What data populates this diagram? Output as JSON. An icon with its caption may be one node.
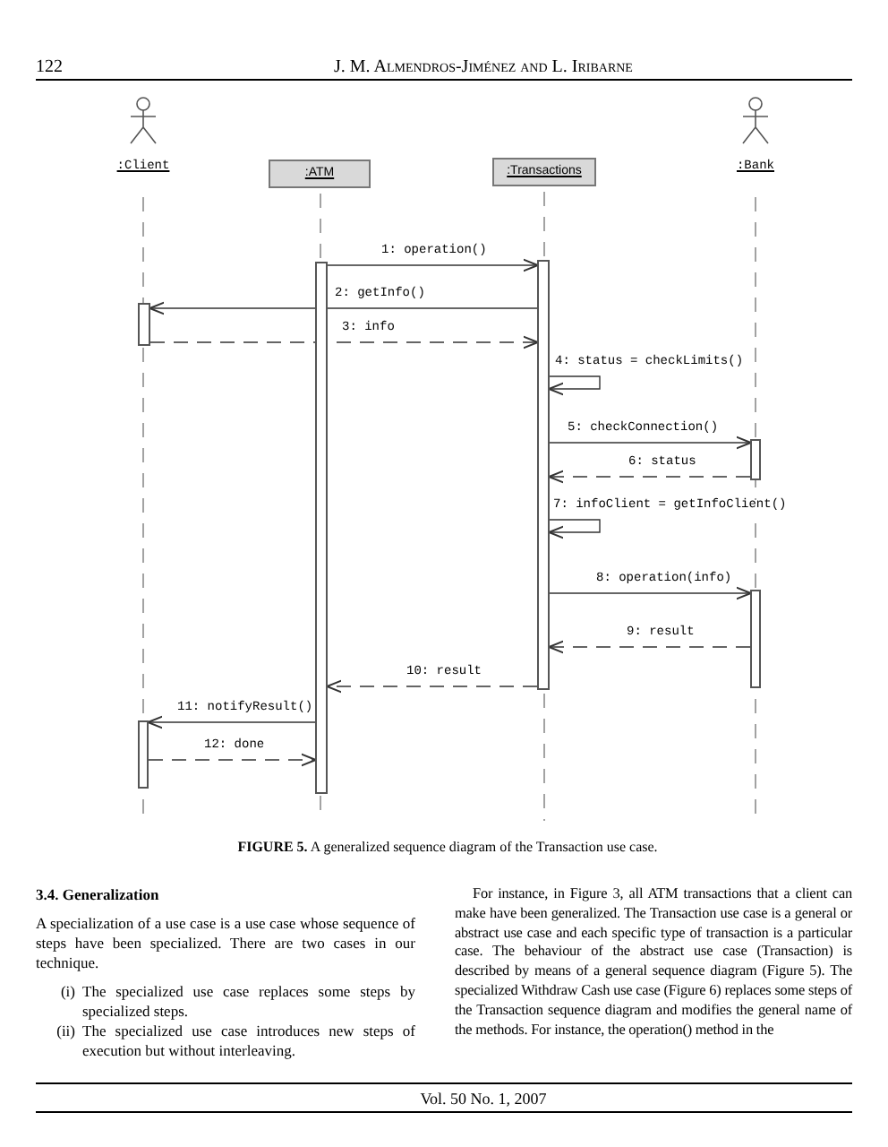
{
  "diagram": {
    "caption": "**FIGURE 5.** A generalized sequence diagram of the Transaction use case.",
    "nodes": [
      {
        "text": [
          ":Client"
        ]
      },
      {
        "text": [
          ":ATM"
        ]
      },
      {
        "text": [
          ":Transactions"
        ]
      },
      {
        "text": [
          ":Bank"
        ]
      },
      {
        "text": [],
        "shape": "bar"
      },
      {
        "text": [],
        "shape": "bar"
      },
      {
        "text": [],
        "shape": "bar"
      },
      {
        "text": [],
        "shape": "bar"
      },
      {
        "text": [],
        "shape": "bar"
      },
      {
        "text": [],
        "shape": "bar"
      }
    ],
    "edges": [
      {
        "from": 5,
        "to": 6,
        "arrow": "to",
        "label": "1: operation()"
      },
      {
        "from": 6,
        "to": 4,
        "arrow": "to",
        "label": "2: getInfo()"
      },
      {
        "from": 4,
        "to": 6,
        "arrow": "to",
        "label": "3: info",
        "style": "dashed"
      },
      {
        "from": 6,
        "to": 6,
        "arrow": "to",
        "label": "4: status = checkLimits()"
      },
      {
        "from": 6,
        "to": 7,
        "arrow": "to",
        "label": "5: checkConnection()"
      },
      {
        "from": 7,
        "to": 6,
        "arrow": "to",
        "label": "6: status",
        "style": "dashed"
      },
      {
        "from": 6,
        "to": 6,
        "arrow": "to",
        "label": "7: infoClient = getInfoClient()"
      },
      {
        "from": 6,
        "to": 8,
        "arrow": "to",
        "label": "8: operation(info)"
      },
      {
        "from": 8,
        "to": 6,
        "arrow": "to",
        "label": "9: result",
        "style": "dashed"
      },
      {
        "from": 6,
        "to": 5,
        "arrow": "to",
        "label": "10: result",
        "style": "dashed"
      },
      {
        "from": 5,
        "to": 9,
        "arrow": "to",
        "label": "11: notifyResult()"
      },
      {
        "from": 9,
        "to": 5,
        "arrow": "to",
        "label": "12: done",
        "style": "dashed"
      }
    ],
    "labels": [
      "122",
      "J. M. Almendros-Jiménez and L. Iribarne",
      "3.4. Generalization",
      "A specialization of a use case is a use case whose sequence of steps have been specialized. There are two cases in our technique.",
      "(i)",
      "The specialized use case replaces some steps by specialized steps.",
      "(ii)",
      "The specialized use case introduces new steps of execution but without interleaving.",
      "For instance, in Figure 3, all ATM transactions that a client can make have been generalized. The Transaction use case is a general or abstract use case and each specific type of transaction is a particular case. The behaviour of the abstract use case (Transaction) is described by means of a general sequence diagram (Figure 5). The specialized Withdraw Cash use case (Figure 6) replaces some steps of the Transaction sequence diagram and modifies the general name of the methods. For instance, the operation() method in the",
      "Vol. 50 No. 1, 2007"
    ]
  }
}
